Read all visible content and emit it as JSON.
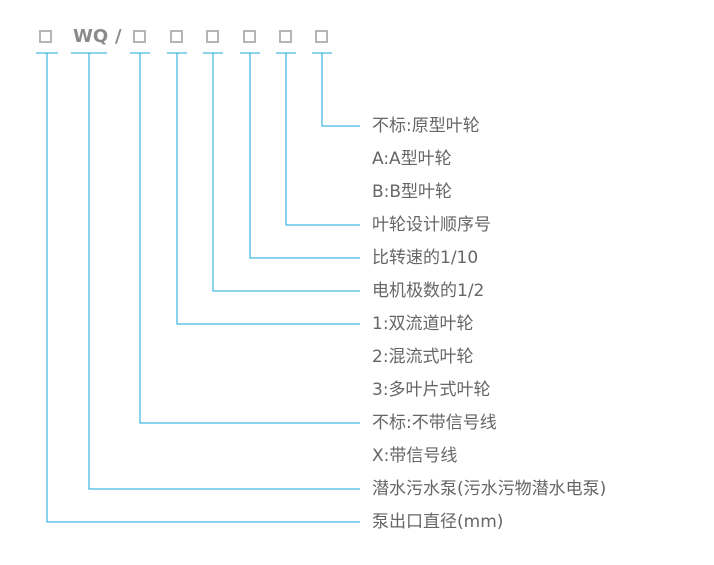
{
  "line_color": "#1aa7dc",
  "code": {
    "box_symbol": "□",
    "wq": "WQ",
    "slash": "/"
  },
  "labels": [
    "不标:原型叶轮",
    "A:A型叶轮",
    "B:B型叶轮",
    "叶轮设计顺序号",
    "比转速的1/10",
    "电机极数的1/2",
    "1:双流道叶轮",
    "2:混流式叶轮",
    "3:多叶片式叶轮",
    "不标:不带信号线",
    "X:带信号线",
    "潜水污水泵(污水污物潜水电泵)",
    "泵出口直径(mm)"
  ]
}
